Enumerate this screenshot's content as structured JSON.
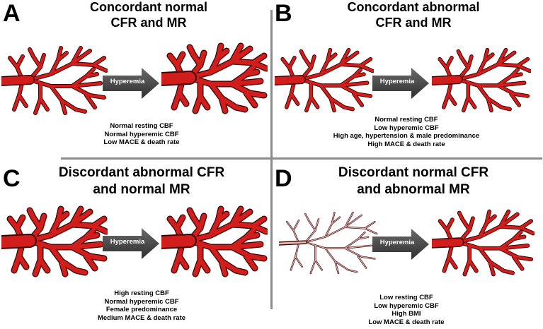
{
  "arrow_label": "Hyperemia",
  "quadrants": [
    {
      "letter": "A",
      "title_lines": [
        "Concordant normal",
        "CFR and MR"
      ],
      "notes": [
        "Normal resting CBF",
        "Normal hyperemic CBF",
        "Low MACE & death rate"
      ],
      "before_vessel": "normal",
      "after_vessel": "dilated"
    },
    {
      "letter": "B",
      "title_lines": [
        "Concordant abnormal",
        "CFR and MR"
      ],
      "notes": [
        "Normal resting CBF",
        "Low hyperemic CBF",
        "High age, hypertension & male predominance",
        "High MACE & death rate"
      ],
      "before_vessel": "normal",
      "after_vessel": "normal"
    },
    {
      "letter": "C",
      "title_lines": [
        "Discordant abnormal CFR",
        "and normal MR"
      ],
      "notes": [
        "High resting CBF",
        "Normal hyperemic CBF",
        "Female predominance",
        "Medium MACE & death rate"
      ],
      "before_vessel": "dilated",
      "after_vessel": "dilated"
    },
    {
      "letter": "D",
      "title_lines": [
        "Discordant normal CFR",
        "and abnormal MR"
      ],
      "notes": [
        "Low resting CBF",
        "Low hyperemic CBF",
        "High BMI",
        "Low MACE & death rate"
      ],
      "before_vessel": "thin",
      "after_vessel": "normal"
    }
  ],
  "colors": {
    "vessel_fill": "#d21d1d",
    "vessel_outline": "#3a0000",
    "thin_vessel_fill": "#e9b9b5",
    "arrow_fill": "#4a4a4a",
    "divider": "#8c8c8c"
  }
}
